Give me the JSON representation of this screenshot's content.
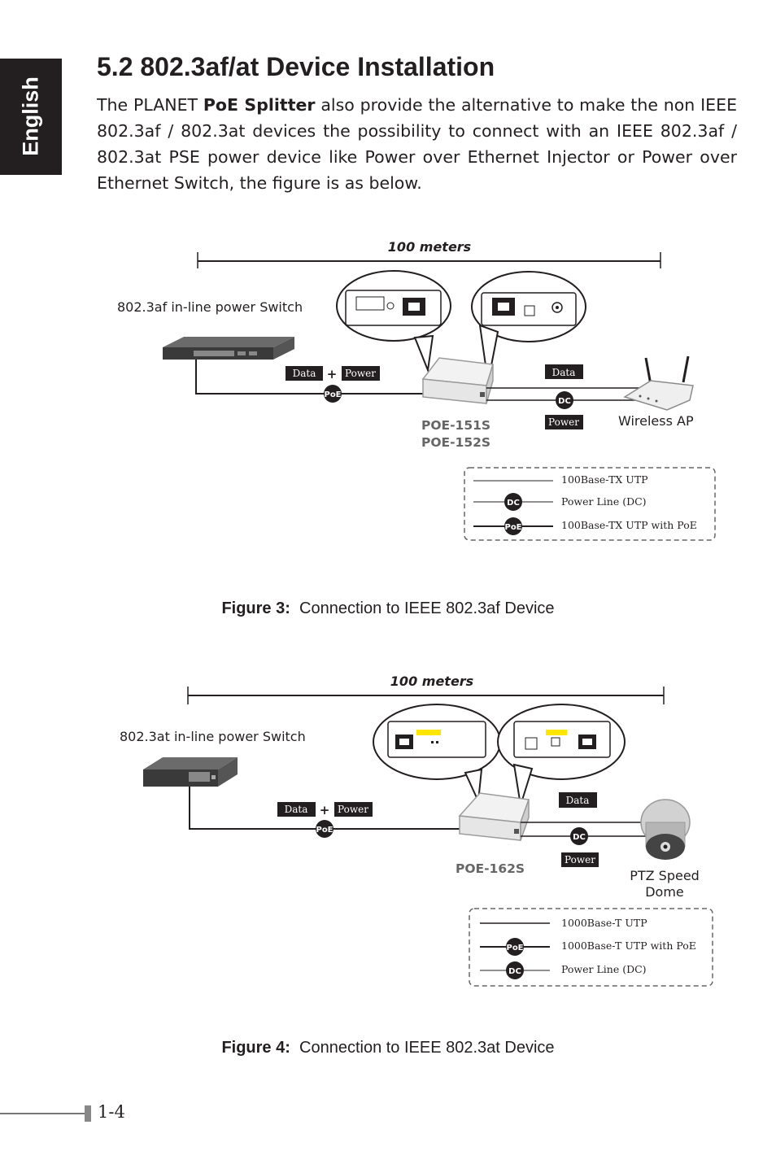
{
  "side_tab": "English",
  "heading": "5.2 802.3af/at Device Installation",
  "intro": {
    "part1": "The PLANET ",
    "bold": "PoE Splitter",
    "part2": " also provide the alternative to make the non IEEE 802.3af / 802.3at devices the possibility to connect with an IEEE 802.3af / 802.3at PSE power device like Power over Ethernet Injector or Power over Ethernet Switch, the figure is as below."
  },
  "figure3": {
    "distance": "100 meters",
    "switch_label": "802.3af in-line power Switch",
    "data_tag": "Data",
    "plus": "+",
    "power_tag": "Power",
    "poe_badge": "PoE",
    "dc_badge": "DC",
    "splitter_model_1": "POE-151S",
    "splitter_model_2": "POE-152S",
    "right_data_tag": "Data",
    "right_power_tag": "Power",
    "device_label": "Wireless AP",
    "legend": [
      {
        "symbol": "",
        "label": "100Base-TX UTP"
      },
      {
        "symbol": "DC",
        "label": "Power Line (DC)"
      },
      {
        "symbol": "PoE",
        "label": "100Base-TX UTP with PoE"
      }
    ],
    "caption_bold": "Figure 3:",
    "caption_text": "Connection to IEEE 802.3af Device"
  },
  "figure4": {
    "distance": "100 meters",
    "switch_label": "802.3at in-line power Switch",
    "data_tag": "Data",
    "plus": "+",
    "power_tag": "Power",
    "poe_badge": "PoE",
    "dc_badge": "DC",
    "splitter_model": "POE-162S",
    "right_data_tag": "Data",
    "right_power_tag": "Power",
    "device_label_1": "PTZ Speed",
    "device_label_2": "Dome",
    "legend": [
      {
        "symbol": "",
        "label": "1000Base-T UTP"
      },
      {
        "symbol": "PoE",
        "label": "1000Base-T UTP with PoE"
      },
      {
        "symbol": "DC",
        "label": "Power Line (DC)"
      }
    ],
    "caption_bold": "Figure 4:",
    "caption_text": "Connection to IEEE 802.3at Device"
  },
  "page_number": "1-4",
  "colors": {
    "ink": "#231f20",
    "tab": "#231f20",
    "model_label": "#666666",
    "yellow_label": "#ffe600"
  }
}
